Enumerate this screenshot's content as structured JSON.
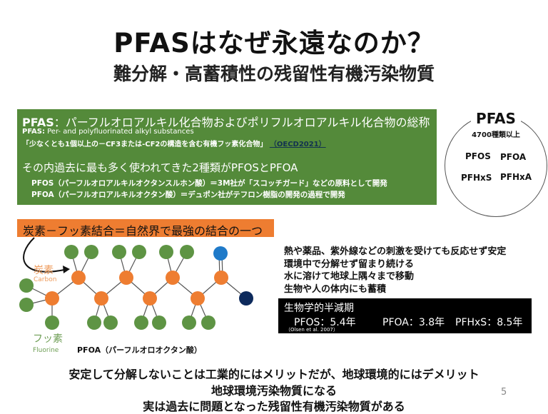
{
  "title": "PFASはなぜ永遠なのか？",
  "subtitle": "難分解・高蓄積性の残留性有機汚染物質",
  "definition": {
    "heading_term": "PFAS",
    "heading_rest": "：パーフルオロアルキル化合物およびポリフルオロアルキル化合物の総称",
    "english_term": "PFAS:",
    "english_rest": " Per- and polyfluorinated alkyl substances",
    "oecd_def": "「少なくとも1個以上の－CF3または-CF2の構造を含む有機フッ素化合物」",
    "oecd_ref": "（OECD2021）",
    "common_heading": "その内過去に最も多く使われてきた2種類がPFOSとPFOA",
    "pfos_line": "PFOS（パーフルオロアルキルオクタンスルホン酸）＝3M社が「スコッチガード」などの原料として開発",
    "pfoa_line": "PFOA（パーフルオロアルキルオクタン酸）＝デュポン社がテフロン樹脂の開発の過程で開発"
  },
  "circle": {
    "title": "PFAS",
    "count": "4700種類以上",
    "items": [
      "PFOS",
      "PFOA",
      "PFHxS",
      "PFHxA"
    ]
  },
  "bond_banner": "炭素－フッ素結合＝自然界で最強の結合の一つ",
  "molecule": {
    "carbon_ja": "炭素",
    "carbon_en": "Carbon",
    "fluorine_ja": "フッ素",
    "fluorine_en": "Fluorine",
    "caption": "PFOA（パーフルオロオクタン酸）",
    "colors": {
      "carbon": "#ee7d31",
      "fluorine": "#5e9444",
      "oxygen_double": "#1f7ac9",
      "oxygen_single": "#0d2a5c"
    }
  },
  "properties": [
    "熱や薬品、紫外線などの刺激を受けても反応せず安定",
    "環境中で分解せず留まり続ける",
    "水に溶けて地球上隅々まで移動",
    "生物や人の体内にも蓄積"
  ],
  "half_life": {
    "heading": "生物学的半減期",
    "pfos": "PFOS：5.4年",
    "pfoa": "PFOA：3.8年",
    "pfhxs": "PFHxS：8.5年",
    "source": "（Olsen et al. 2007）"
  },
  "conclusion": [
    "安定して分解しないことは工業的にはメリットだが、地球環境的にはデメリット",
    "地球環境汚染物質になる",
    "実は過去に問題となった残留性有機汚染物質がある"
  ],
  "page_number": "5"
}
